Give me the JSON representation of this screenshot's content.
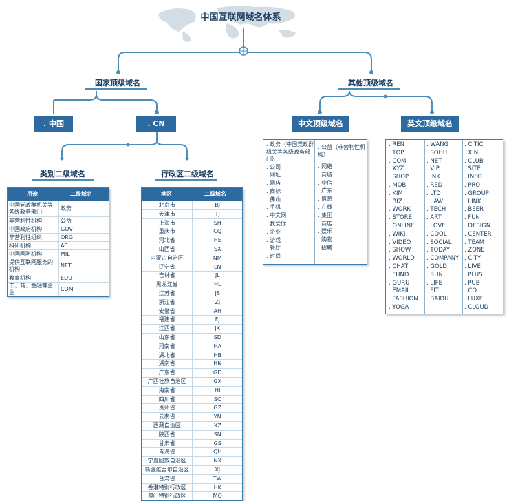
{
  "title": "中国互联网域名体系",
  "branches": {
    "national": {
      "label": "国家顶级域名",
      "boxes": [
        ". 中国",
        ". CN"
      ],
      "category": {
        "label": "类别二级域名",
        "headers": [
          "用途",
          "二级域名"
        ],
        "rows": [
          [
            "中国党政群机关等各级政务部门",
            "政务"
          ],
          [
            "非营利性机构",
            "公益"
          ],
          [
            "中国政府机构",
            "GOV"
          ],
          [
            "非营利性组织",
            "ORG"
          ],
          [
            "科研机构",
            "AC"
          ],
          [
            "中国国防机构",
            "MIL"
          ],
          [
            "提供互联网服务的机构",
            "NET"
          ],
          [
            "教育机构",
            "EDU"
          ],
          [
            "工、商、金融等企业",
            "COM"
          ]
        ]
      },
      "region": {
        "label": "行政区二级域名",
        "headers": [
          "地区",
          "二级域名"
        ],
        "rows": [
          [
            "北京市",
            "BJ"
          ],
          [
            "天津市",
            "TJ"
          ],
          [
            "上海市",
            "SH"
          ],
          [
            "重庆市",
            "CQ"
          ],
          [
            "河北省",
            "HE"
          ],
          [
            "山西省",
            "SX"
          ],
          [
            "内蒙古自治区",
            "NM"
          ],
          [
            "辽宁省",
            "LN"
          ],
          [
            "吉林省",
            "JL"
          ],
          [
            "黑龙江省",
            "HL"
          ],
          [
            "江苏省",
            "JS"
          ],
          [
            "浙江省",
            "ZJ"
          ],
          [
            "安徽省",
            "AH"
          ],
          [
            "福建省",
            "FJ"
          ],
          [
            "江西省",
            "JX"
          ],
          [
            "山东省",
            "SD"
          ],
          [
            "河南省",
            "HA"
          ],
          [
            "湖北省",
            "HB"
          ],
          [
            "湖南省",
            "HN"
          ],
          [
            "广东省",
            "GD"
          ],
          [
            "广西壮族自治区",
            "GX"
          ],
          [
            "海南省",
            "HI"
          ],
          [
            "四川省",
            "SC"
          ],
          [
            "贵州省",
            "GZ"
          ],
          [
            "云南省",
            "YN"
          ],
          [
            "西藏自治区",
            "XZ"
          ],
          [
            "陕西省",
            "SN"
          ],
          [
            "甘肃省",
            "GS"
          ],
          [
            "青海省",
            "QH"
          ],
          [
            "宁夏回族自治区",
            "NX"
          ],
          [
            "新疆维吾尔自治区",
            "XJ"
          ],
          [
            "台湾省",
            "TW"
          ],
          [
            "香港特别行政区",
            "HK"
          ],
          [
            "澳门特别行政区",
            "MO"
          ]
        ]
      }
    },
    "other": {
      "label": "其他顶级域名",
      "chinese": {
        "label": "中文顶级域名",
        "col1_top": ". 政务（中国党政群机关等各级政务部门）",
        "col2_top": ". 公益（非营利性机构）",
        "col1": [
          ". 公司",
          ". 网址",
          ". 网店",
          ". 商标",
          ". 佛山",
          ". 手机",
          ". 中文网",
          ". 我爱你",
          ". 企业",
          ". 游戏",
          ". 餐厅",
          ". 时尚"
        ],
        "col2": [
          ". 网络",
          ". 商城",
          ". 中信",
          ". 广东",
          ". 信息",
          ". 在线",
          ". 集团",
          ". 商店",
          ". 娱乐",
          ". 购物",
          ". 招聘"
        ]
      },
      "english": {
        "label": "英文顶级域名",
        "col1": [
          ". REN",
          ". TOP",
          ". COM",
          ". XYZ",
          ". SHOP",
          ". MOBI",
          ". KIM",
          ". BIZ",
          ". WORK",
          ". STORE",
          ". ONLINE",
          ". WIKI",
          ". VIDEO",
          ". SHOW",
          ". WORLD",
          ". CHAT",
          ". FUND",
          ". GURU",
          ". EMAIL",
          ". FASHION",
          ". YOGA"
        ],
        "col2": [
          ". WANG",
          ". SOHU",
          ". NET",
          ". VIP",
          ". INK",
          ". RED",
          ". LTD",
          ". LAW",
          ". TECH",
          ". ART",
          ". LOVE",
          ". COOL",
          ". SOCIAL",
          ". TODAY",
          ". COMPANY",
          ". GOLD",
          ". RUN",
          ". LIFE",
          ". FIT",
          ". BAIDU"
        ],
        "col3": [
          ". CITIC",
          ". XIN",
          ". CLUB",
          ". SITE",
          ". INFO",
          ". PRO",
          ". GROUP",
          ". LINK",
          ". BEER",
          ". FUN",
          ". DESIGN",
          ". CENTER",
          ". TEAM",
          ". ZONE",
          ". CITY",
          ". LIVE",
          ". PLUS",
          ". PUB",
          ". CO",
          ". LUXE",
          ". CLOUD"
        ]
      }
    }
  }
}
